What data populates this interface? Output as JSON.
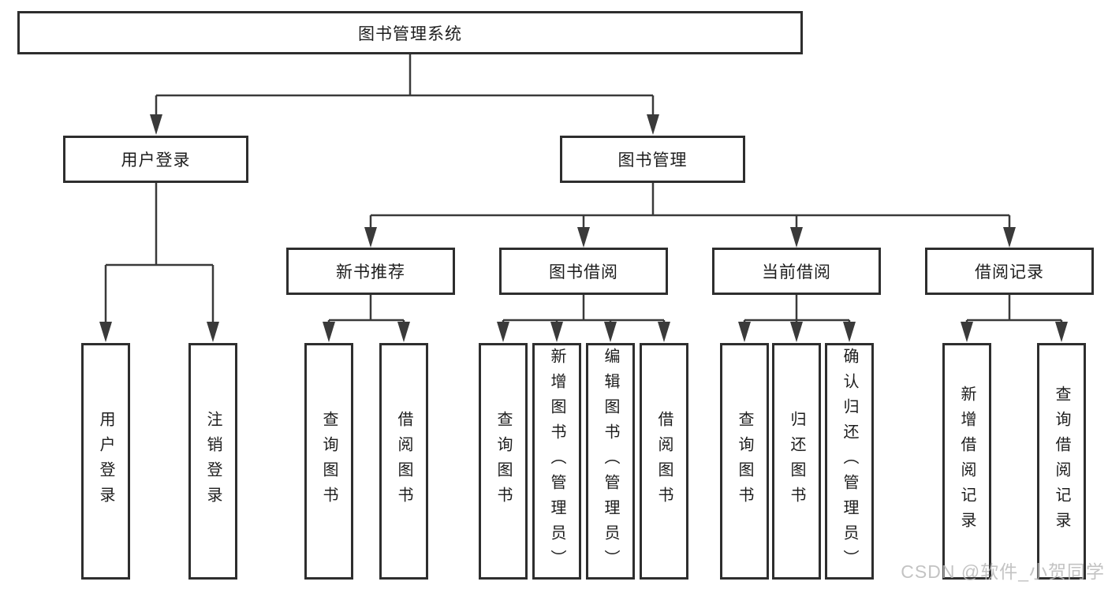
{
  "colors": {
    "background": "#ffffff",
    "line": "#3a3a3a",
    "box_border": "#2e2e2e",
    "text": "#1d1d1d",
    "watermark": "#b9b9b9"
  },
  "tree": {
    "root": {
      "label": "图书管理系统",
      "children": [
        {
          "label": "用户登录",
          "children": [
            {
              "label": "用户登录"
            },
            {
              "label": "注销登录"
            }
          ]
        },
        {
          "label": "图书管理",
          "children": [
            {
              "label": "新书推荐",
              "children": [
                {
                  "label": "查询图书"
                },
                {
                  "label": "借阅图书"
                }
              ]
            },
            {
              "label": "图书借阅",
              "children": [
                {
                  "label": "查询图书"
                },
                {
                  "label": "新增图书（管理员）"
                },
                {
                  "label": "编辑图书（管理员）"
                },
                {
                  "label": "借阅图书"
                }
              ]
            },
            {
              "label": "当前借阅",
              "children": [
                {
                  "label": "查询图书"
                },
                {
                  "label": "归还图书"
                },
                {
                  "label": "确认归还（管理员）"
                }
              ]
            },
            {
              "label": "借阅记录",
              "children": [
                {
                  "label": "新增借阅记录"
                },
                {
                  "label": "查询借阅记录"
                }
              ]
            }
          ]
        }
      ]
    }
  },
  "watermark": {
    "text": "CSDN @软件_小贺同学"
  }
}
